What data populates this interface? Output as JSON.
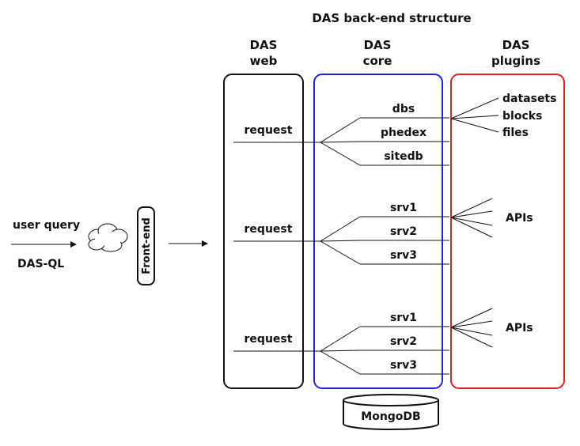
{
  "title": "DAS back-end structure",
  "left": {
    "user_query": "user query",
    "query_language": "DAS-QL",
    "frontend": "Front-end"
  },
  "columns": {
    "web": {
      "line1": "DAS",
      "line2": "web",
      "border_color": "#111111"
    },
    "core": {
      "line1": "DAS",
      "line2": "core",
      "border_color": "#2222dd"
    },
    "plugins": {
      "line1": "DAS",
      "line2": "plugins",
      "border_color": "#e02020"
    }
  },
  "groups": [
    {
      "request": "request",
      "services": [
        "dbs",
        "phedex",
        "sitedb"
      ],
      "plugin_labels": [
        "datasets",
        "blocks",
        "files"
      ]
    },
    {
      "request": "request",
      "services": [
        "srv1",
        "srv2",
        "srv3"
      ],
      "plugin_labels": [
        "APIs"
      ]
    },
    {
      "request": "request",
      "services": [
        "srv1",
        "srv2",
        "srv3"
      ],
      "plugin_labels": [
        "APIs"
      ]
    }
  ],
  "storage": {
    "label": "MongoDB"
  }
}
